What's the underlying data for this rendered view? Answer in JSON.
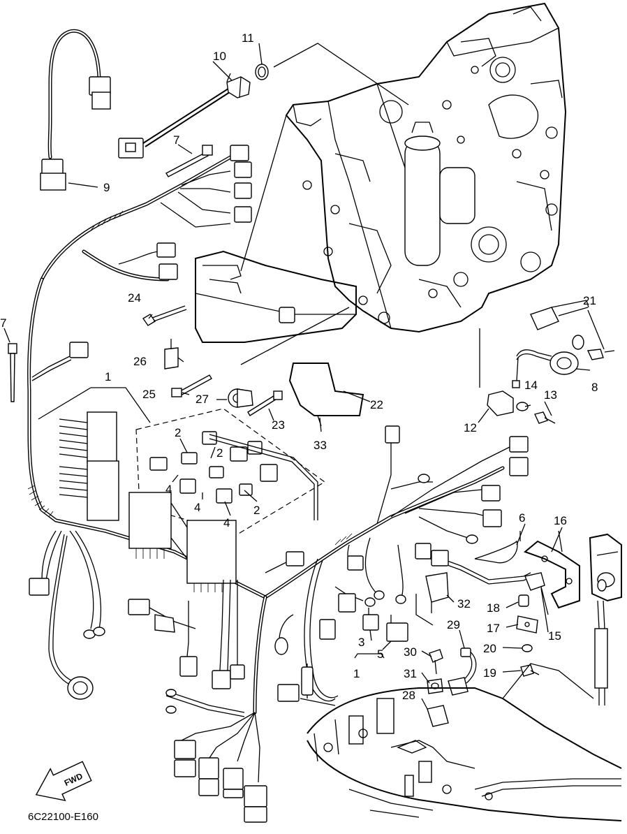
{
  "diagram": {
    "drawing_code": "6C22100-E160",
    "direction_arrow": "FWD",
    "callouts": [
      {
        "id": "c1a",
        "text": "1"
      },
      {
        "id": "c1b",
        "text": "1"
      },
      {
        "id": "c2a",
        "text": "2"
      },
      {
        "id": "c2b",
        "text": "2"
      },
      {
        "id": "c2c",
        "text": "2"
      },
      {
        "id": "c3",
        "text": "3"
      },
      {
        "id": "c4a",
        "text": "4"
      },
      {
        "id": "c4b",
        "text": "4"
      },
      {
        "id": "c4c",
        "text": "4"
      },
      {
        "id": "c5",
        "text": "5"
      },
      {
        "id": "c6",
        "text": "6"
      },
      {
        "id": "c7a",
        "text": "7"
      },
      {
        "id": "c7b",
        "text": "7"
      },
      {
        "id": "c8",
        "text": "8"
      },
      {
        "id": "c9",
        "text": "9"
      },
      {
        "id": "c10",
        "text": "10"
      },
      {
        "id": "c11",
        "text": "11"
      },
      {
        "id": "c12",
        "text": "12"
      },
      {
        "id": "c13",
        "text": "13"
      },
      {
        "id": "c14",
        "text": "14"
      },
      {
        "id": "c15",
        "text": "15"
      },
      {
        "id": "c16",
        "text": "16"
      },
      {
        "id": "c17",
        "text": "17"
      },
      {
        "id": "c18",
        "text": "18"
      },
      {
        "id": "c19",
        "text": "19"
      },
      {
        "id": "c20",
        "text": "20"
      },
      {
        "id": "c21",
        "text": "21"
      },
      {
        "id": "c22",
        "text": "22"
      },
      {
        "id": "c23",
        "text": "23"
      },
      {
        "id": "c24",
        "text": "24"
      },
      {
        "id": "c25",
        "text": "25"
      },
      {
        "id": "c26",
        "text": "26"
      },
      {
        "id": "c27",
        "text": "27"
      },
      {
        "id": "c28",
        "text": "28"
      },
      {
        "id": "c29",
        "text": "29"
      },
      {
        "id": "c30",
        "text": "30"
      },
      {
        "id": "c31",
        "text": "31"
      },
      {
        "id": "c32",
        "text": "32"
      },
      {
        "id": "c33",
        "text": "33"
      }
    ]
  }
}
